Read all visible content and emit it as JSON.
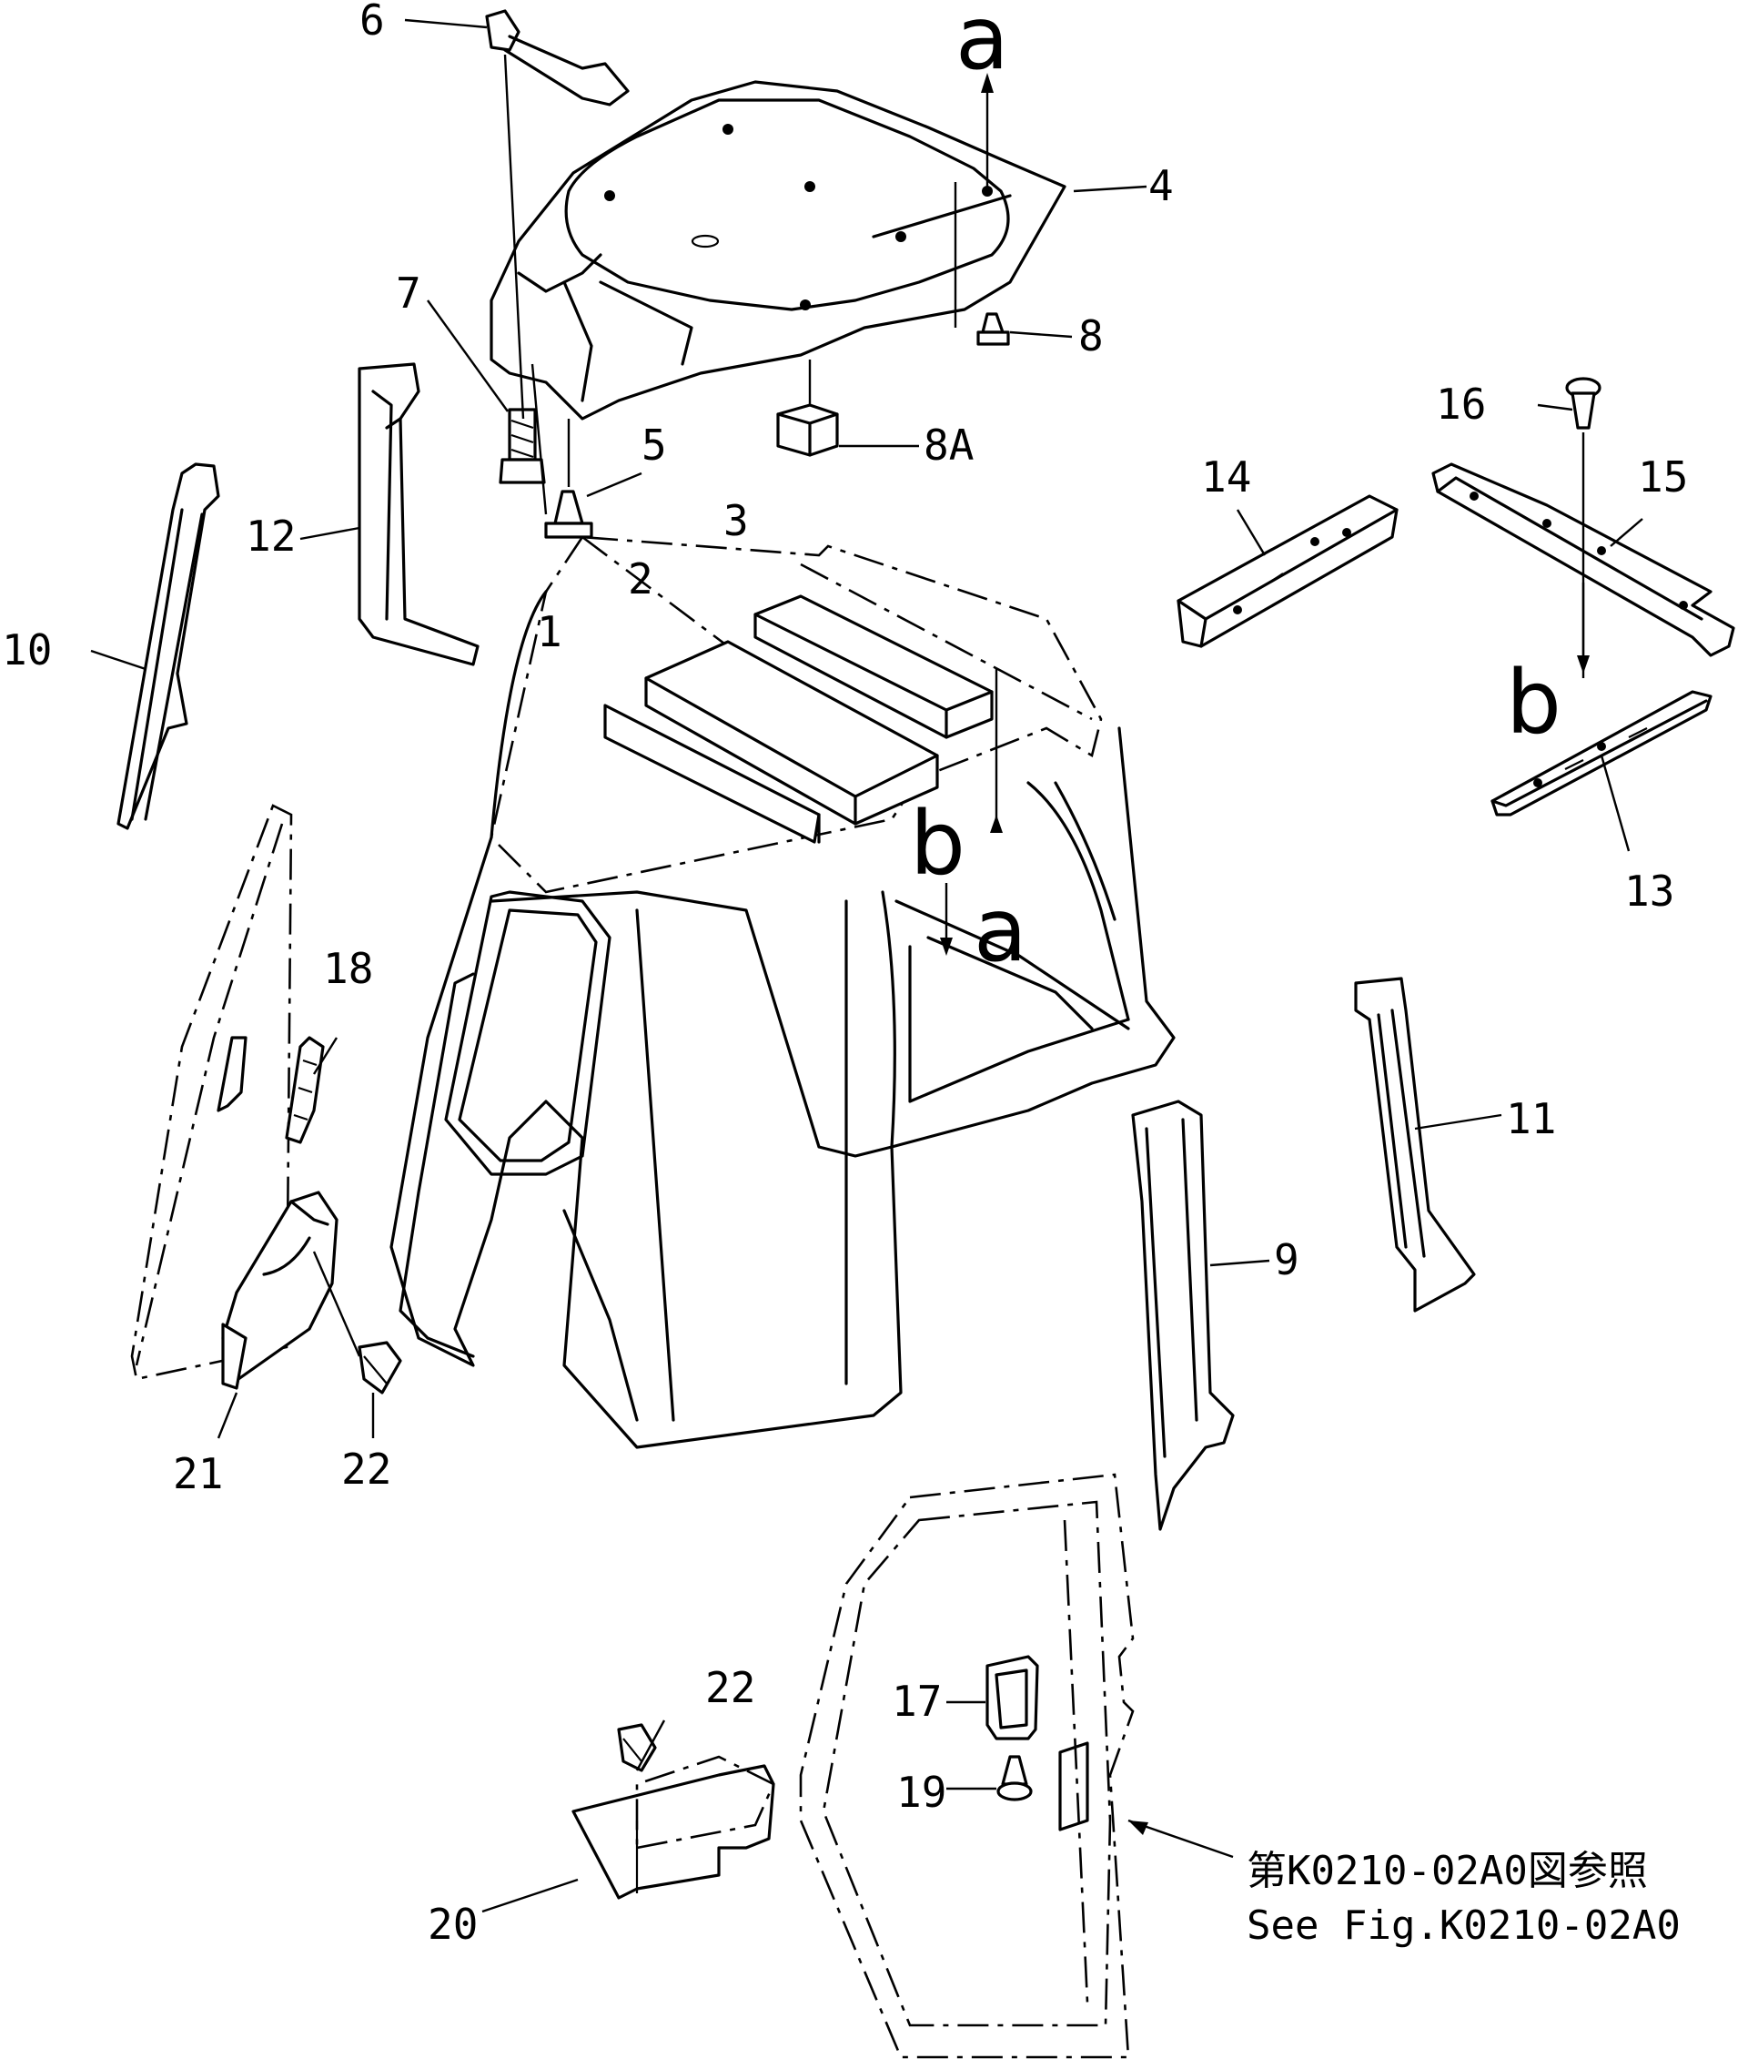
{
  "callouts": {
    "c1": "1",
    "c2": "2",
    "c3": "3",
    "c4": "4",
    "c5": "5",
    "c6": "6",
    "c7": "7",
    "c8": "8",
    "c8a": "8A",
    "c9": "9",
    "c10": "10",
    "c11": "11",
    "c12": "12",
    "c13": "13",
    "c14": "14",
    "c15": "15",
    "c16": "16",
    "c17": "17",
    "c18": "18",
    "c19": "19",
    "c20": "20",
    "c21": "21",
    "c22a": "22",
    "c22b": "22"
  },
  "view_markers": {
    "a_top": "a",
    "b_right": "b",
    "b_center": "b",
    "a_center": "a"
  },
  "reference_note": {
    "jp": "第K0210-02A0図参照",
    "en": "See Fig.K0210-02A0"
  }
}
